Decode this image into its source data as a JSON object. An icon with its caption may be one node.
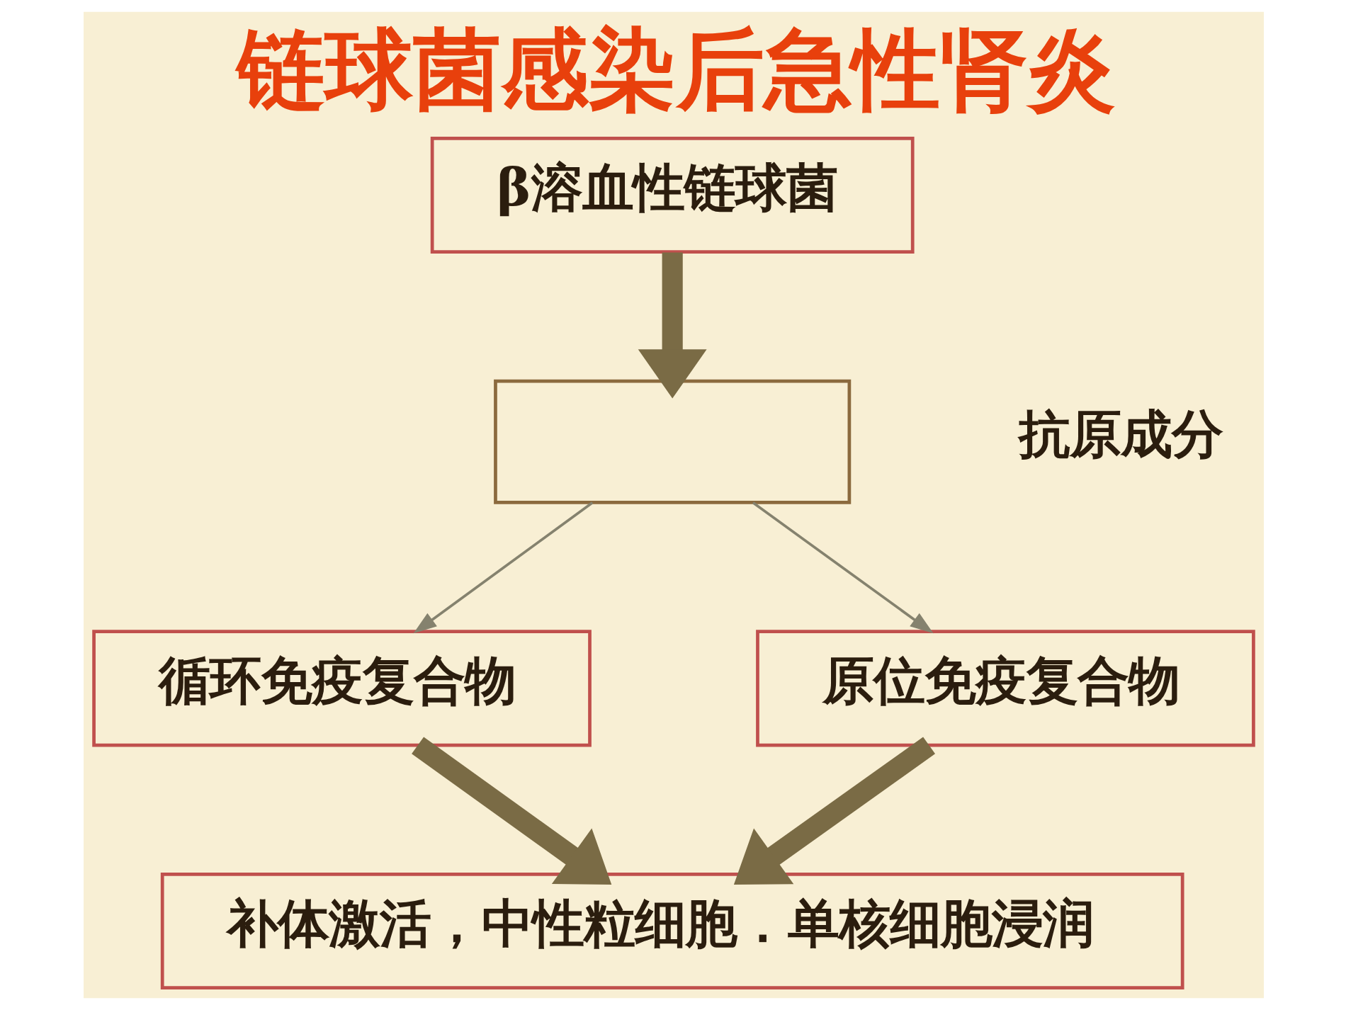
{
  "diagram": {
    "title": "链球菌感染后急性肾炎",
    "nodes": [
      {
        "text": [
          "β溶血性链球菌"
        ]
      },
      {
        "text": [],
        "shape": "box",
        "beside": [
          "抗原成分"
        ]
      },
      {
        "text": [
          "循环免疫复合物"
        ]
      },
      {
        "text": [
          "原位免疫复合物"
        ]
      },
      {
        "text": [
          "补体激活，中性粒细胞．单核细胞浸润"
        ]
      }
    ],
    "edges": [
      {
        "from": 0,
        "to": 1,
        "arrow": "to"
      },
      {
        "from": 1,
        "to": 2,
        "arrow": "to",
        "color": "#85826e"
      },
      {
        "from": 1,
        "to": 3,
        "arrow": "to",
        "color": "#85826e"
      },
      {
        "from": 2,
        "to": 4,
        "arrow": "to"
      },
      {
        "from": 3,
        "to": 4,
        "arrow": "to"
      }
    ]
  }
}
